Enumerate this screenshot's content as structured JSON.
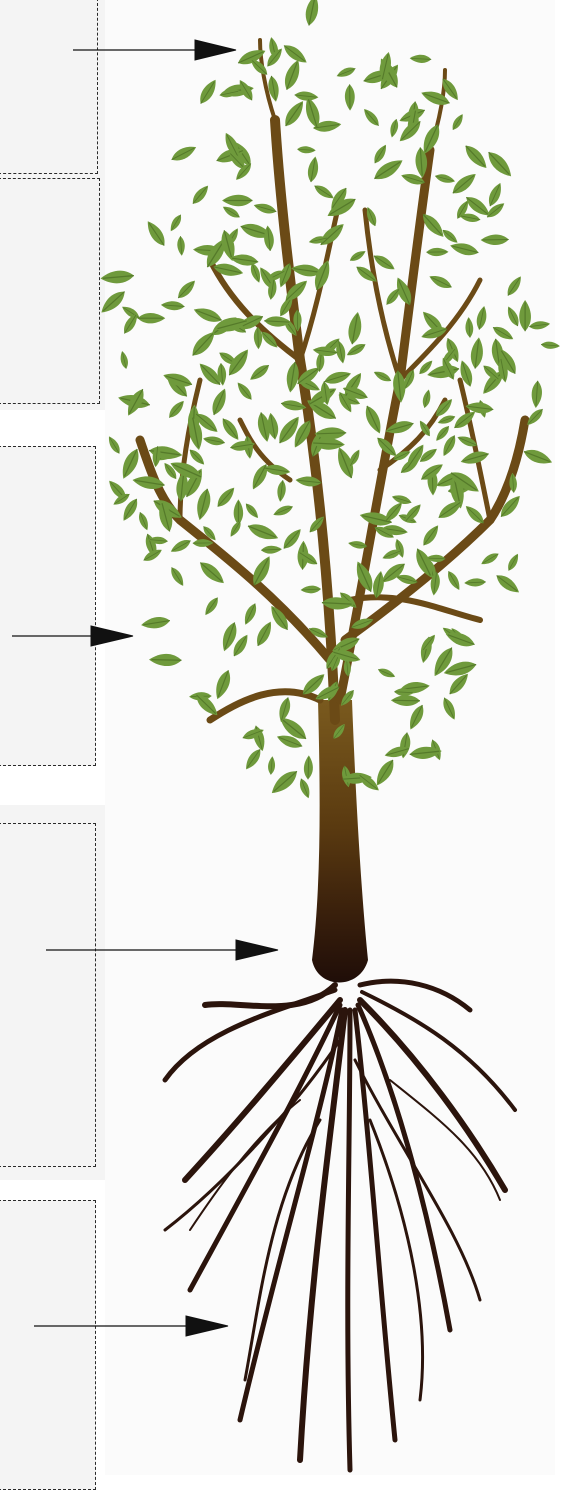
{
  "diagram": {
    "title": "",
    "labels": [
      {
        "id": "leaves",
        "text": ""
      },
      {
        "id": "branches",
        "text": ""
      },
      {
        "id": "trunk",
        "text": ""
      },
      {
        "id": "roots",
        "text": ""
      }
    ]
  },
  "colors": {
    "leaf": "#6f9a3c",
    "leaf_dark": "#557a2a",
    "branch_top": "#6b4a16",
    "branch_mid": "#5a3a10",
    "root": "#2b140c",
    "panel": "#f4f4f4",
    "arrow": "#111111"
  }
}
